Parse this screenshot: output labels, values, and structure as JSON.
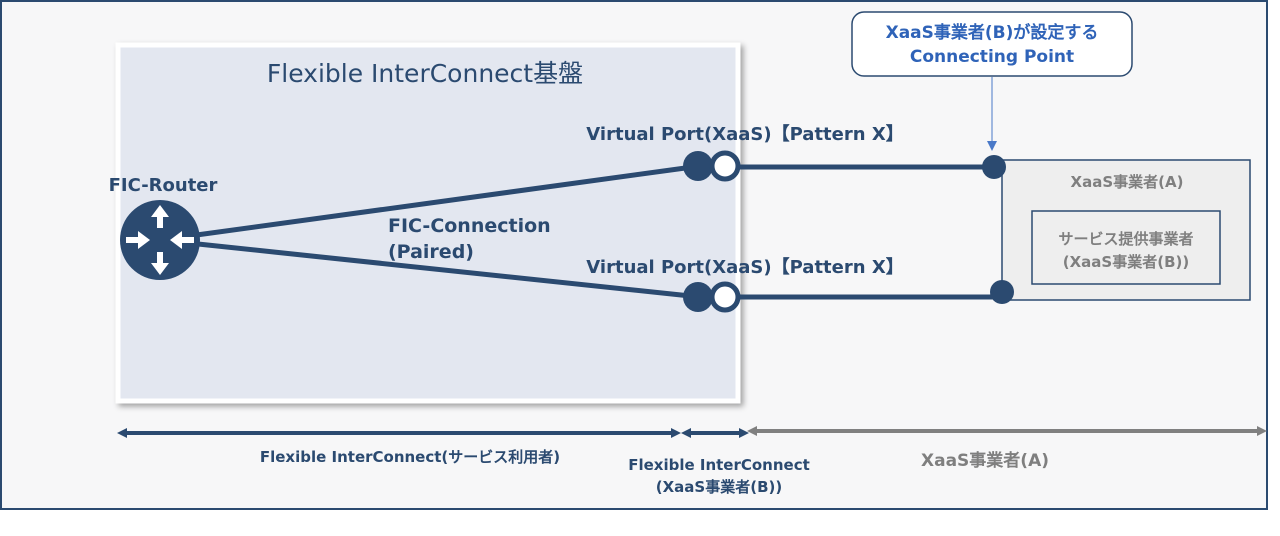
{
  "platform": {
    "title": "Flexible InterConnect基盤"
  },
  "router": {
    "label": "FIC-Router"
  },
  "connection": {
    "line1": "FIC-Connection",
    "line2": "(Paired)"
  },
  "virtual_port": {
    "top_label": "Virtual Port(XaaS)【Pattern X】",
    "bottom_label": "Virtual Port(XaaS)【Pattern X】"
  },
  "callout": {
    "line1": "XaaS事業者(B)が設定する",
    "line2": "Connecting Point"
  },
  "xaas_a": {
    "title": "XaaS事業者(A)",
    "service_line1": "サービス提供事業者",
    "service_line2": "(XaaS事業者(B))"
  },
  "ranges": {
    "user": "Flexible InterConnect(サービス利用者)",
    "xaas_b_line1": "Flexible InterConnect",
    "xaas_b_line2": "(XaaS事業者(B))",
    "xaas_a": "XaaS事業者(A)"
  },
  "colors": {
    "navy": "#2b4a70",
    "callout_text": "#2f63b8",
    "gray_text": "#7f7f7f",
    "platform_fill": "#e3e7f0"
  }
}
